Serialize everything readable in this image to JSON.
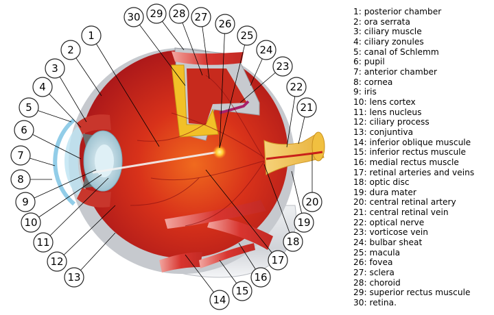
{
  "callouts": [
    "1",
    "2",
    "3",
    "4",
    "5",
    "6",
    "7",
    "8",
    "9",
    "10",
    "11",
    "12",
    "13",
    "14",
    "15",
    "16",
    "17",
    "18",
    "19",
    "20",
    "21",
    "22",
    "23",
    "24",
    "25",
    "26",
    "27",
    "28",
    "29",
    "30"
  ],
  "legend": [
    "1: posterior chamber",
    "2: ora serrata",
    "3: ciliary muscle",
    "4: ciliary zonules",
    "5: canal of Schlemm",
    "6: pupil",
    "7: anterior chamber",
    "8: cornea",
    "9: iris",
    "10: lens cortex",
    "11: lens nucleus",
    "12: ciliary process",
    "13: conjuntiva",
    "14: inferior oblique muscule",
    "15: inferior rectus muscule",
    "16: medial rectus muscle",
    "17: retinal arteries and veins",
    "18: optic disc",
    "19: dura mater",
    "20: central retinal artery",
    "21: central retinal vein",
    "22: optical nerve",
    "23: vorticose vein",
    "24: bulbar sheat",
    "25: macula",
    "26: fovea",
    "27: sclera",
    "28: choroid",
    "29: superior rectus muscule",
    "30: retina."
  ],
  "colors": {
    "retina_red": "#c8201a",
    "muscle_red": "#d8352f",
    "choroid_yellow": "#f2c028",
    "sclera_gray": "#d6d8dc",
    "nerve_yellow": "#f4c850"
  }
}
